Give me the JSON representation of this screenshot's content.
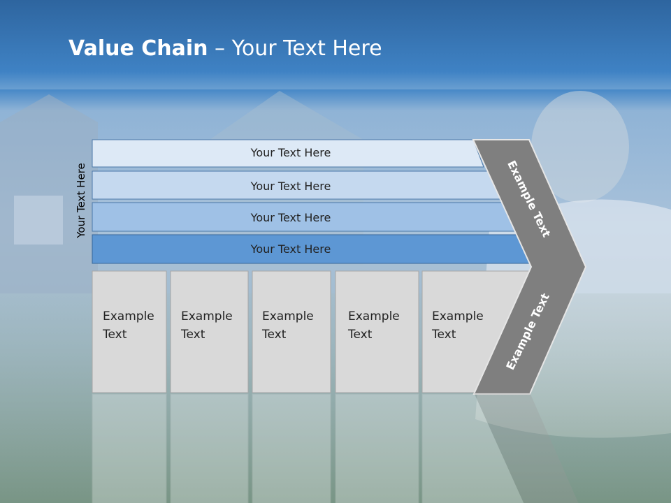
{
  "slide": {
    "title_bold": "Value Chain",
    "title_rest": " – Your Text Here"
  },
  "side_label": "Your Text Here",
  "bands": [
    {
      "label": "Your Text Here",
      "color": "#dde9f6"
    },
    {
      "label": "Your Text Here",
      "color": "#c5d9ef"
    },
    {
      "label": "Your Text Here",
      "color": "#9fc1e6"
    },
    {
      "label": "Your Text Here",
      "color": "#5d97d4"
    }
  ],
  "boxes": [
    {
      "line1": "Example",
      "line2": "Text"
    },
    {
      "line1": "Example",
      "line2": "Text"
    },
    {
      "line1": "Example",
      "line2": "Text"
    },
    {
      "line1": "Example",
      "line2": "Text"
    },
    {
      "line1": "Example",
      "line2": "Text"
    }
  ],
  "arrow": {
    "upper_label": "Example Text",
    "lower_label": "Example Text",
    "color": "#7f7f7f"
  },
  "colors": {
    "header": "#3a7cc0",
    "box_fill": "#d9d9d9",
    "box_stroke": "#a6a6a6"
  }
}
